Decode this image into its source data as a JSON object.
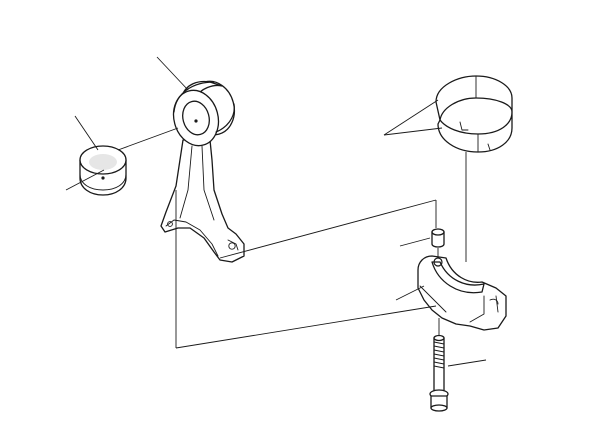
{
  "diagram": {
    "type": "exploded-parts-view",
    "parts": [
      {
        "id": "small-end-bushing",
        "icon": "bushing-icon"
      },
      {
        "id": "connecting-rod",
        "icon": "connecting-rod-icon"
      },
      {
        "id": "big-end-bearing-shells",
        "icon": "bearing-shell-icon"
      },
      {
        "id": "dowel-pin",
        "icon": "dowel-icon"
      },
      {
        "id": "rod-cap",
        "icon": "rod-cap-icon"
      },
      {
        "id": "cap-bolt",
        "icon": "bolt-icon"
      }
    ],
    "colors": {
      "ink": "#1a1a1a",
      "background": "#ffffff"
    }
  }
}
